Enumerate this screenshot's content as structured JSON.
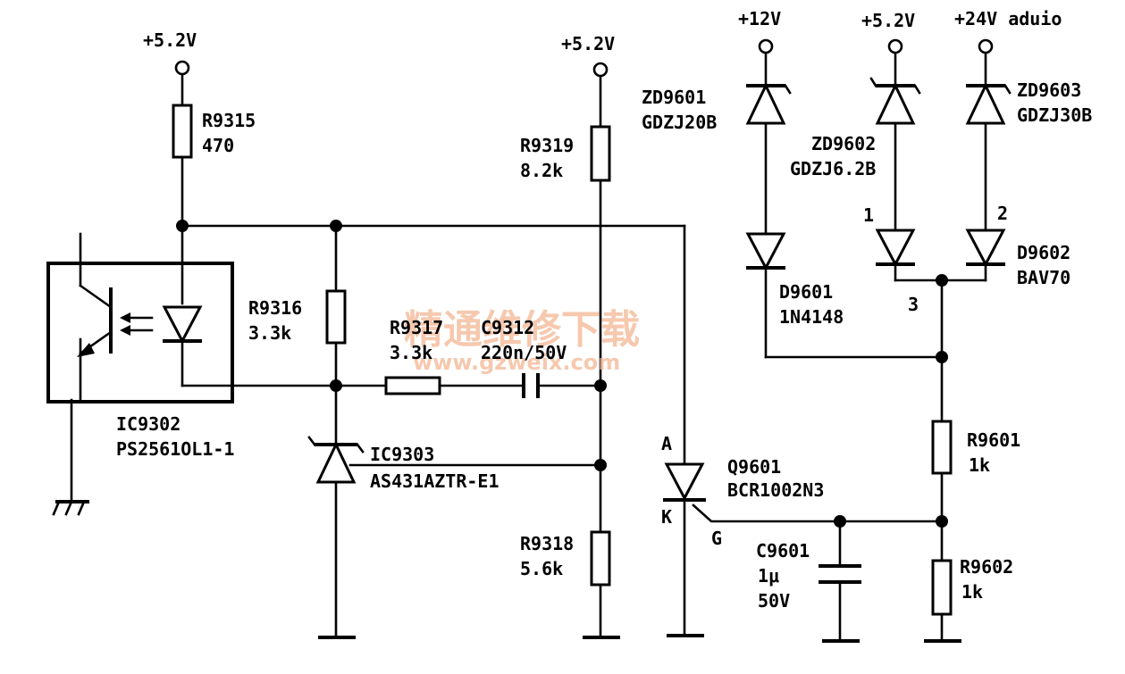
{
  "supplies": {
    "v52_left": "+5.2V",
    "v52_mid": "+5.2V",
    "v12": "+12V",
    "v52_right": "+5.2V",
    "v24": "+24V aduio"
  },
  "resistors": {
    "r9315_name": "R9315",
    "r9315_value": "470",
    "r9316_name": "R9316",
    "r9316_value": "3.3k",
    "r9317_name": "R9317",
    "r9317_value": "3.3k",
    "r9319_name": "R9319",
    "r9319_value": "8.2k",
    "r9318_name": "R9318",
    "r9318_value": "5.6k",
    "r9601_name": "R9601",
    "r9601_value": "1k",
    "r9602_name": "R9602",
    "r9602_value": "1k"
  },
  "capacitors": {
    "c9312_name": "C9312",
    "c9312_value": "220n/50V",
    "c9601_name": "C9601",
    "c9601_value": "1μ",
    "c9601_voltage": "50V"
  },
  "ics": {
    "ic9302_name": "IC9302",
    "ic9302_part": "PS2561OL1-1",
    "ic9303_name": "IC9303",
    "ic9303_part": "AS431AZTR-E1"
  },
  "diodes": {
    "zd9601_name": "ZD9601",
    "zd9601_part": "GDZJ20B",
    "zd9602_name": "ZD9602",
    "zd9602_part": "GDZJ6.2B",
    "zd9603_name": "ZD9603",
    "zd9603_part": "GDZJ30B",
    "d9601_name": "D9601",
    "d9601_part": "1N4148",
    "d9602_name": "D9602",
    "d9602_part": "BAV70",
    "d9602_pin1": "1",
    "d9602_pin2": "2",
    "d9602_pin3": "3"
  },
  "thyristor": {
    "name": "Q9601",
    "part": "BCR1002N3",
    "pin_a": "A",
    "pin_k": "K",
    "pin_g": "G"
  },
  "watermark": {
    "cn": "精通维修下载",
    "url": "www.gzweix.com"
  }
}
